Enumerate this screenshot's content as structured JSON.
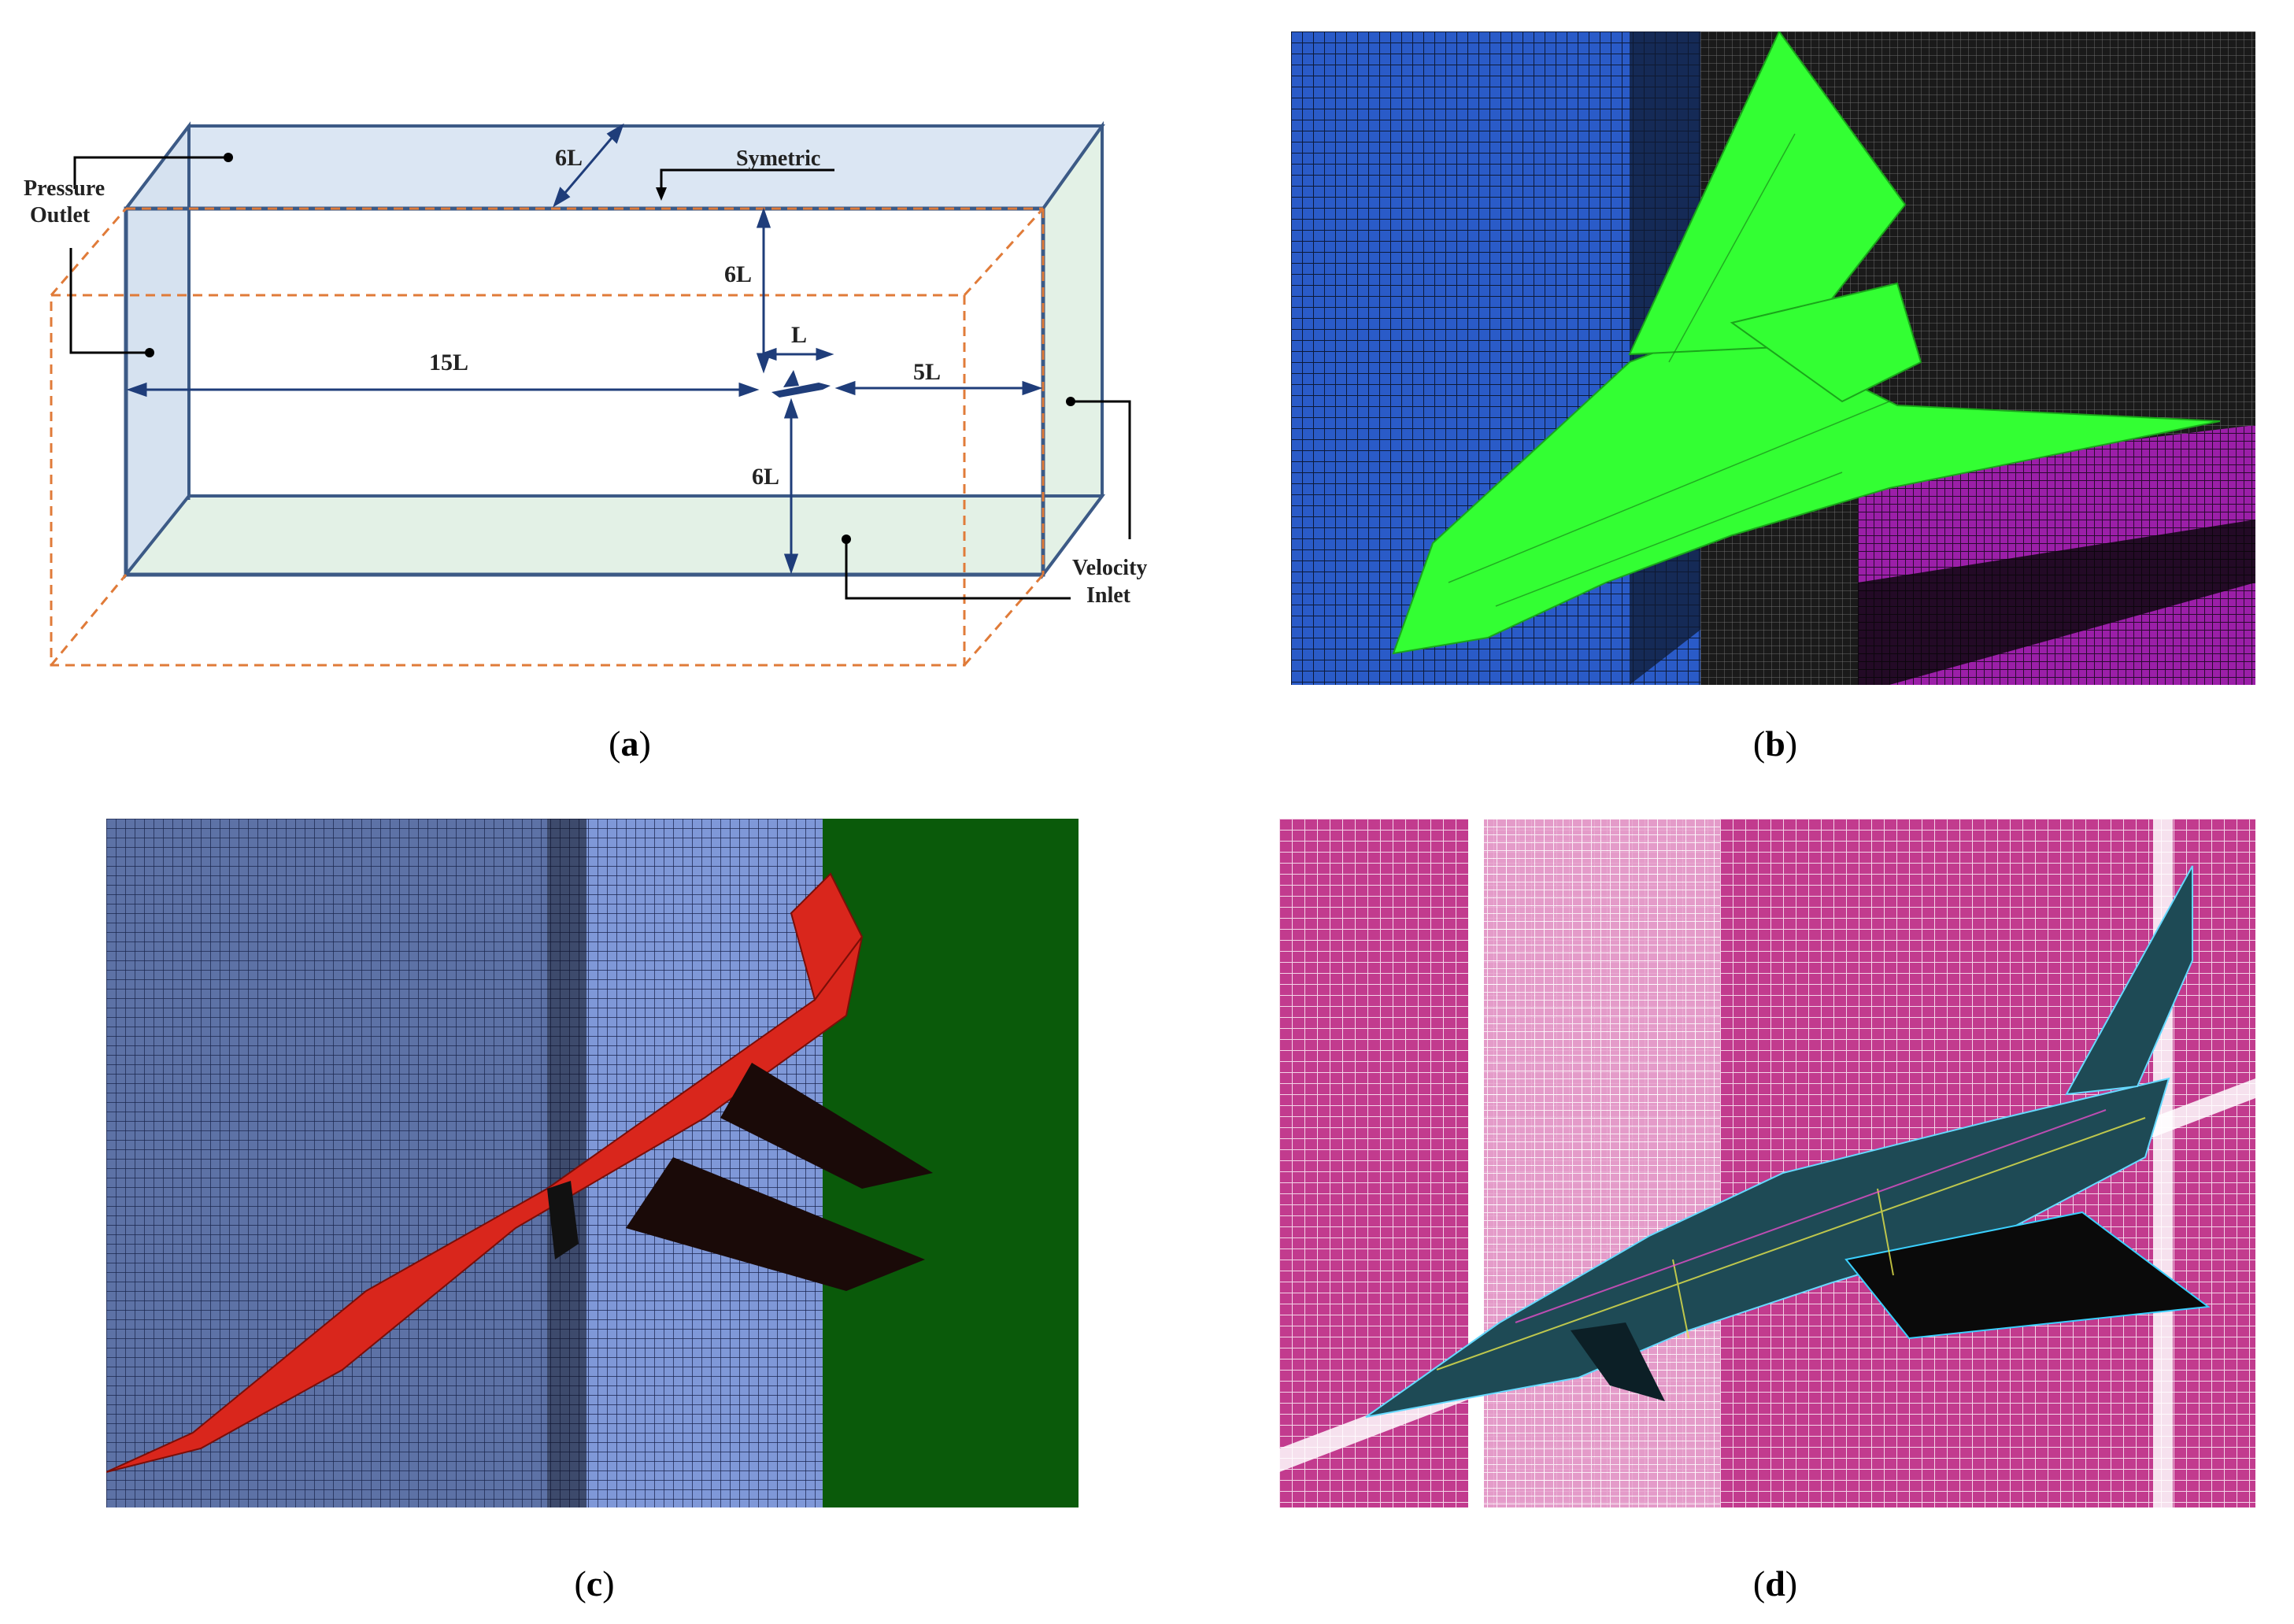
{
  "panel_a": {
    "labels": {
      "top_width": "6L",
      "symmetric": "Symetric",
      "pressure_outlet_line1": "Pressure",
      "pressure_outlet_line2": "Outlet",
      "upper_height": "6L",
      "model_length": "L",
      "upstream": "15L",
      "downstream": "5L",
      "lower_height": "6L",
      "velocity_inlet_line1": "Velocity",
      "velocity_inlet_line2": "Inlet"
    }
  },
  "captions": {
    "a": "a",
    "b": "b",
    "c": "c",
    "d": "d"
  },
  "colors": {
    "domain_face_blue": "#dbe6f3",
    "domain_face_green": "#e3f1e6",
    "domain_edge": "#3c5a86",
    "symmetry_dashed": "#e07b39",
    "mesh_b_surface": "#33ff33",
    "mesh_c_surface": "#d9261c",
    "mesh_d_background": "#c23b8e"
  }
}
